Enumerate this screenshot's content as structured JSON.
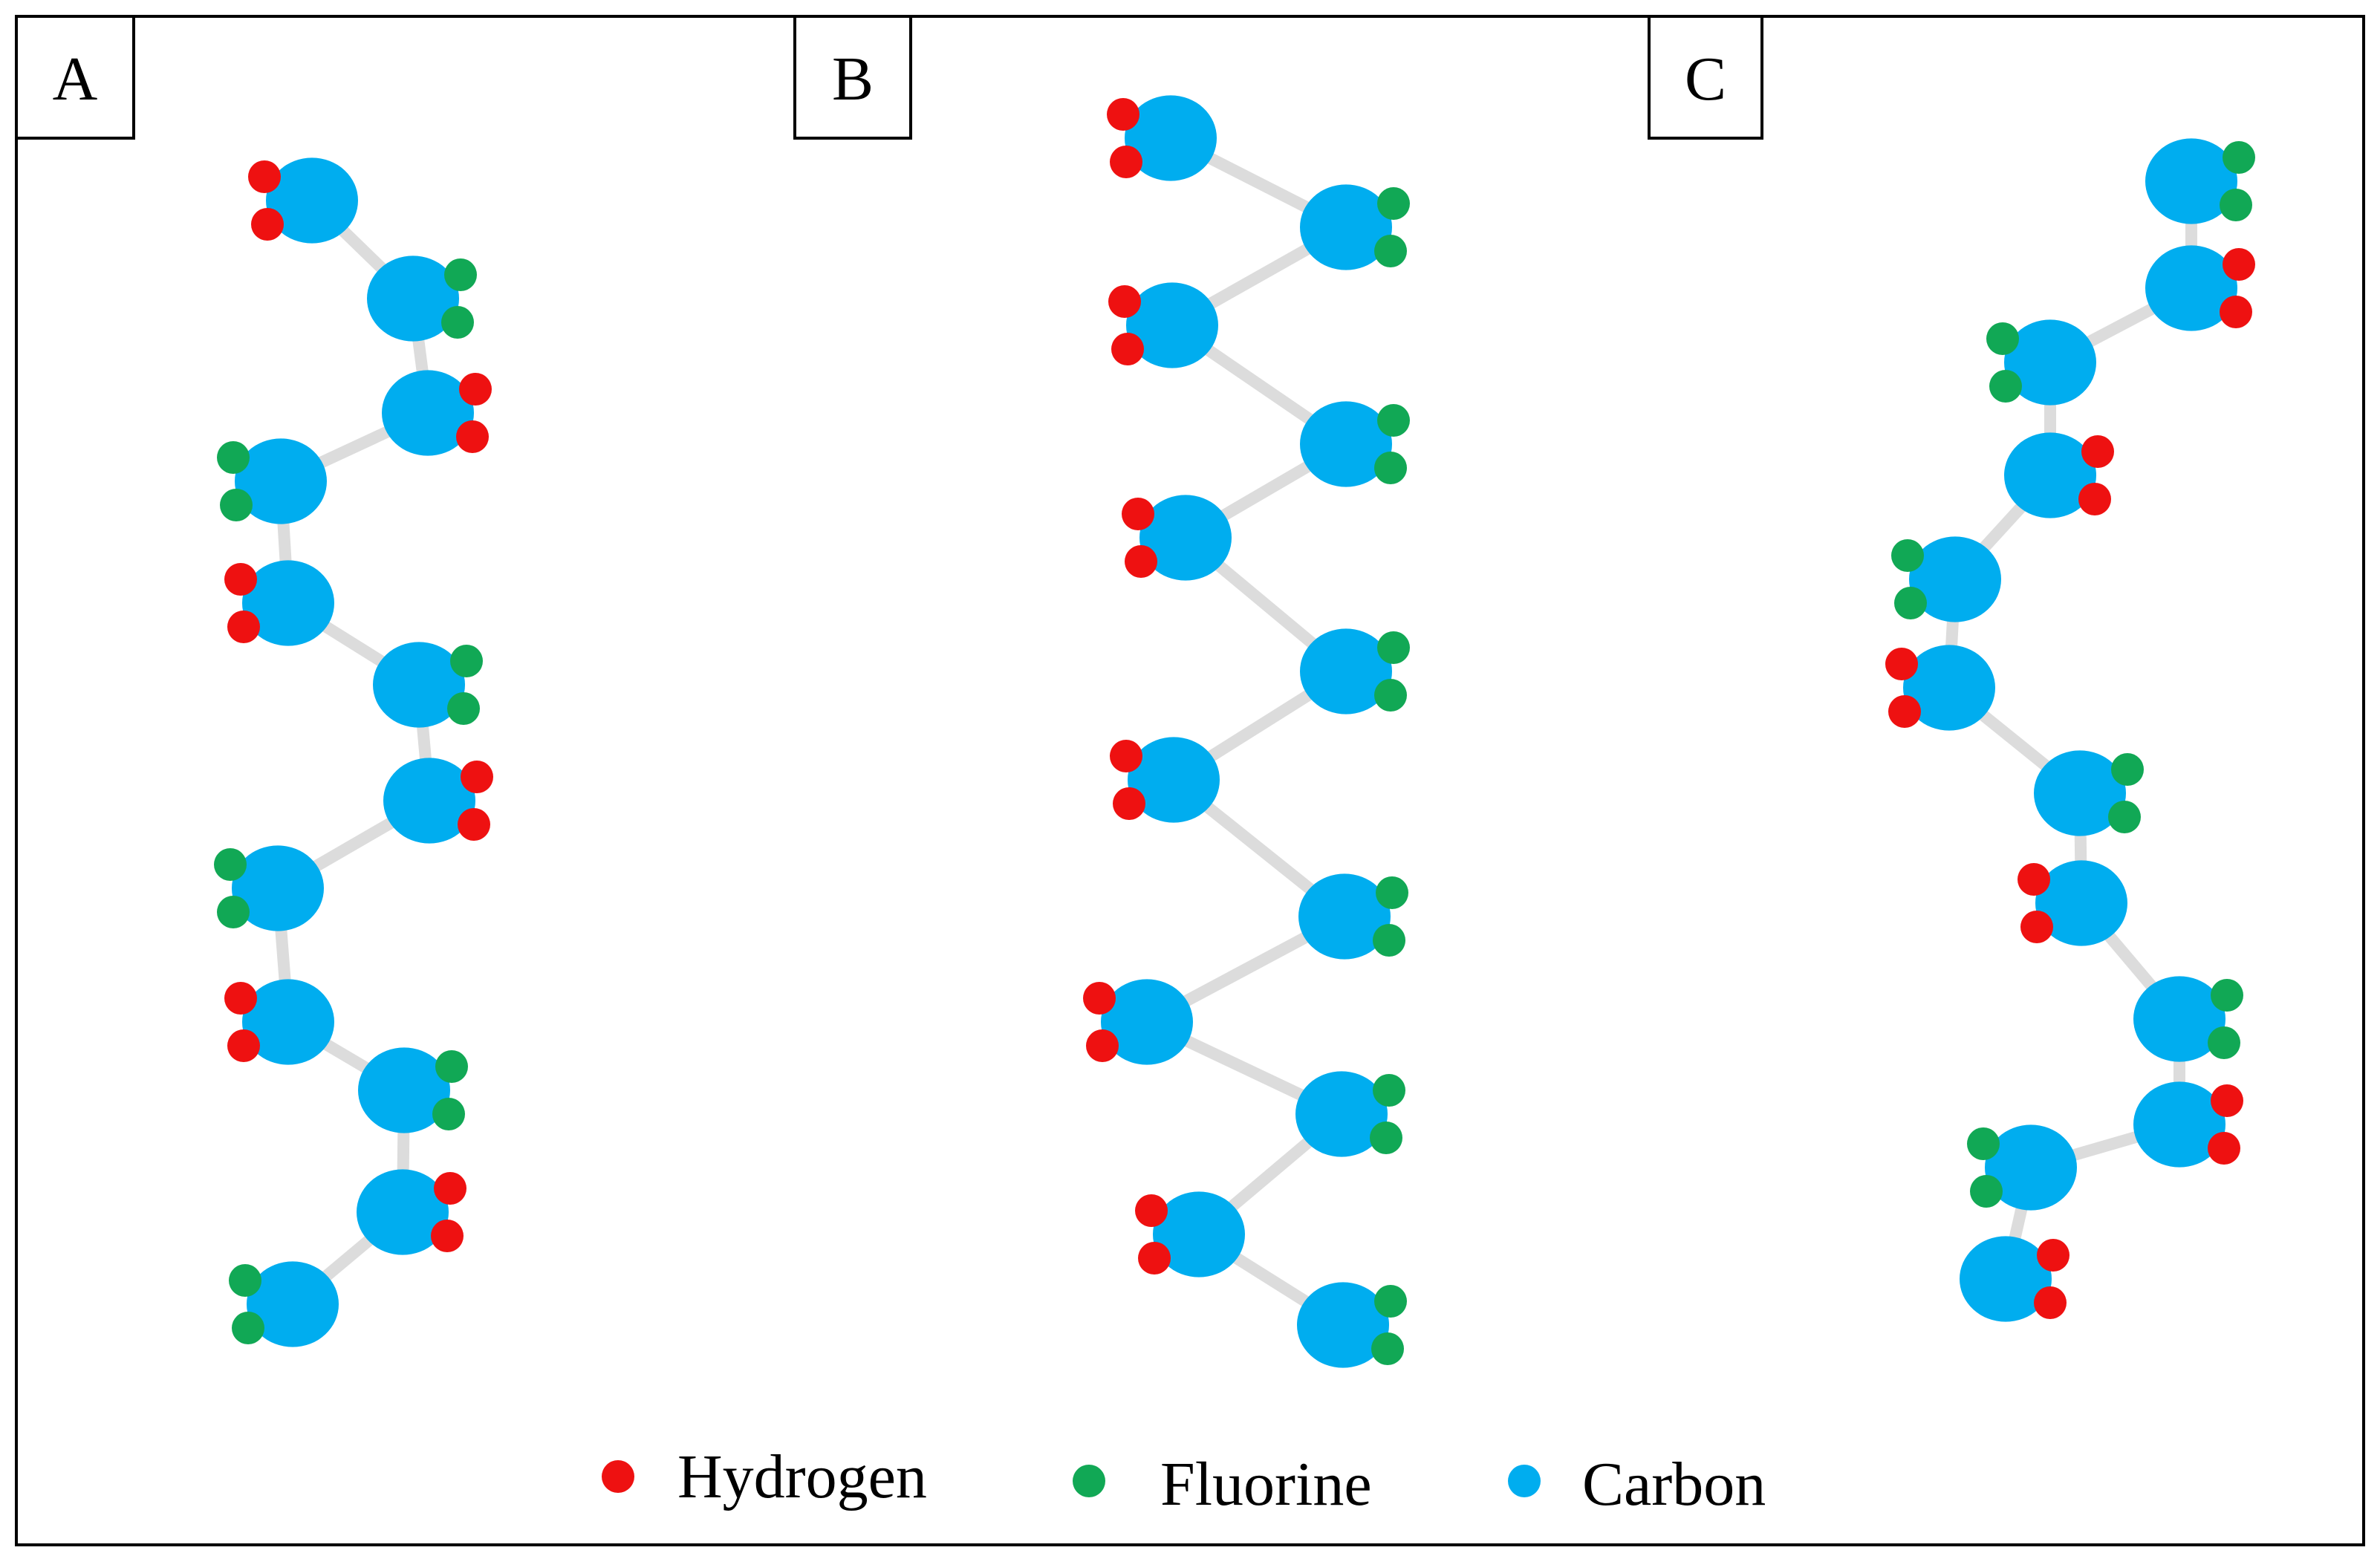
{
  "colors": {
    "hydrogen": "#EE1111",
    "fluorine": "#11A855",
    "carbon": "#00ADEF",
    "bond": "#DCDCDC",
    "frame": "#000000"
  },
  "panels": [
    {
      "label": "A",
      "carbons": [
        {
          "substituent": "hydrogen",
          "side": "left"
        },
        {
          "substituent": "fluorine",
          "side": "right"
        },
        {
          "substituent": "hydrogen",
          "side": "right"
        },
        {
          "substituent": "fluorine",
          "side": "left"
        },
        {
          "substituent": "hydrogen",
          "side": "left"
        },
        {
          "substituent": "fluorine",
          "side": "right"
        },
        {
          "substituent": "hydrogen",
          "side": "right"
        },
        {
          "substituent": "fluorine",
          "side": "left"
        },
        {
          "substituent": "hydrogen",
          "side": "left"
        },
        {
          "substituent": "fluorine",
          "side": "right"
        },
        {
          "substituent": "hydrogen",
          "side": "right"
        },
        {
          "substituent": "fluorine",
          "side": "left"
        }
      ]
    },
    {
      "label": "B",
      "carbons": [
        {
          "substituent": "hydrogen",
          "side": "left"
        },
        {
          "substituent": "fluorine",
          "side": "right"
        },
        {
          "substituent": "hydrogen",
          "side": "left"
        },
        {
          "substituent": "fluorine",
          "side": "right"
        },
        {
          "substituent": "hydrogen",
          "side": "left"
        },
        {
          "substituent": "fluorine",
          "side": "right"
        },
        {
          "substituent": "hydrogen",
          "side": "left"
        },
        {
          "substituent": "fluorine",
          "side": "right"
        },
        {
          "substituent": "hydrogen",
          "side": "left"
        },
        {
          "substituent": "fluorine",
          "side": "right"
        },
        {
          "substituent": "hydrogen",
          "side": "left"
        },
        {
          "substituent": "fluorine",
          "side": "right"
        }
      ]
    },
    {
      "label": "C",
      "carbons": [
        {
          "substituent": "fluorine",
          "side": "right"
        },
        {
          "substituent": "hydrogen",
          "side": "right"
        },
        {
          "substituent": "fluorine",
          "side": "left"
        },
        {
          "substituent": "hydrogen",
          "side": "right"
        },
        {
          "substituent": "fluorine",
          "side": "left"
        },
        {
          "substituent": "hydrogen",
          "side": "left"
        },
        {
          "substituent": "fluorine",
          "side": "right"
        },
        {
          "substituent": "hydrogen",
          "side": "left"
        },
        {
          "substituent": "fluorine",
          "side": "right"
        },
        {
          "substituent": "hydrogen",
          "side": "right"
        },
        {
          "substituent": "fluorine",
          "side": "left"
        },
        {
          "substituent": "hydrogen",
          "side": "right"
        }
      ]
    }
  ],
  "legend": [
    {
      "label": "Hydrogen",
      "color_key": "hydrogen"
    },
    {
      "label": "Fluorine",
      "color_key": "fluorine"
    },
    {
      "label": "Carbon",
      "color_key": "carbon"
    }
  ]
}
